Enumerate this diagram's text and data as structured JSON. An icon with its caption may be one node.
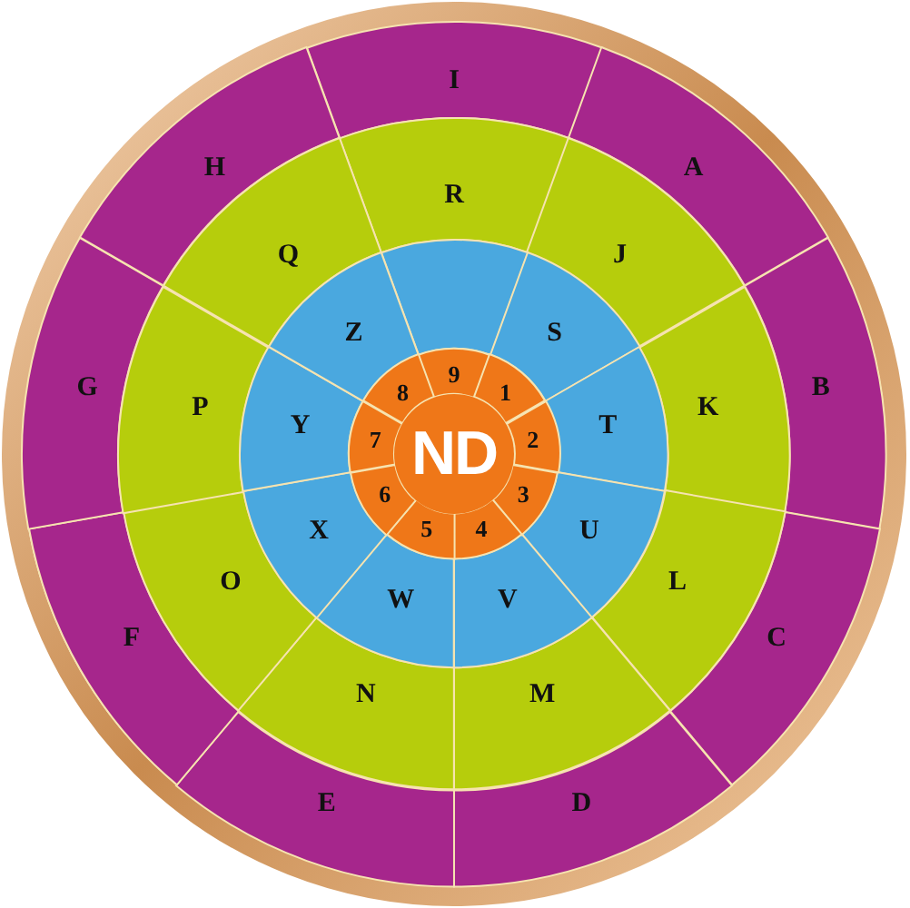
{
  "diagram": {
    "nodes": [
      {
        "text": [
          "I"
        ]
      },
      {
        "text": [
          "A"
        ]
      },
      {
        "text": [
          "B"
        ]
      },
      {
        "text": [
          "C"
        ]
      },
      {
        "text": [
          "D"
        ]
      },
      {
        "text": [
          "E"
        ]
      },
      {
        "text": [
          "F"
        ]
      },
      {
        "text": [
          "G"
        ]
      },
      {
        "text": [
          "H"
        ]
      },
      {
        "text": [
          "R"
        ]
      },
      {
        "text": [
          "J"
        ]
      },
      {
        "text": [
          "K"
        ]
      },
      {
        "text": [
          "L"
        ]
      },
      {
        "text": [
          "M"
        ]
      },
      {
        "text": [
          "N"
        ]
      },
      {
        "text": [
          "O"
        ]
      },
      {
        "text": [
          "P"
        ]
      },
      {
        "text": [
          "Q"
        ]
      },
      {
        "text": [],
        "shape": "sector"
      },
      {
        "text": [
          "S"
        ]
      },
      {
        "text": [
          "T"
        ]
      },
      {
        "text": [
          "U"
        ]
      },
      {
        "text": [
          "V"
        ]
      },
      {
        "text": [
          "W"
        ]
      },
      {
        "text": [
          "X"
        ]
      },
      {
        "text": [
          "Y"
        ]
      },
      {
        "text": [
          "Z"
        ]
      },
      {
        "text": [
          "9"
        ]
      },
      {
        "text": [
          "1"
        ]
      },
      {
        "text": [
          "2"
        ]
      },
      {
        "text": [
          "3"
        ]
      },
      {
        "text": [
          "4"
        ]
      },
      {
        "text": [
          "5"
        ]
      },
      {
        "text": [
          "6"
        ]
      },
      {
        "text": [
          "7"
        ]
      },
      {
        "text": [
          "8"
        ]
      },
      {
        "text": [
          "ND"
        ]
      }
    ]
  }
}
